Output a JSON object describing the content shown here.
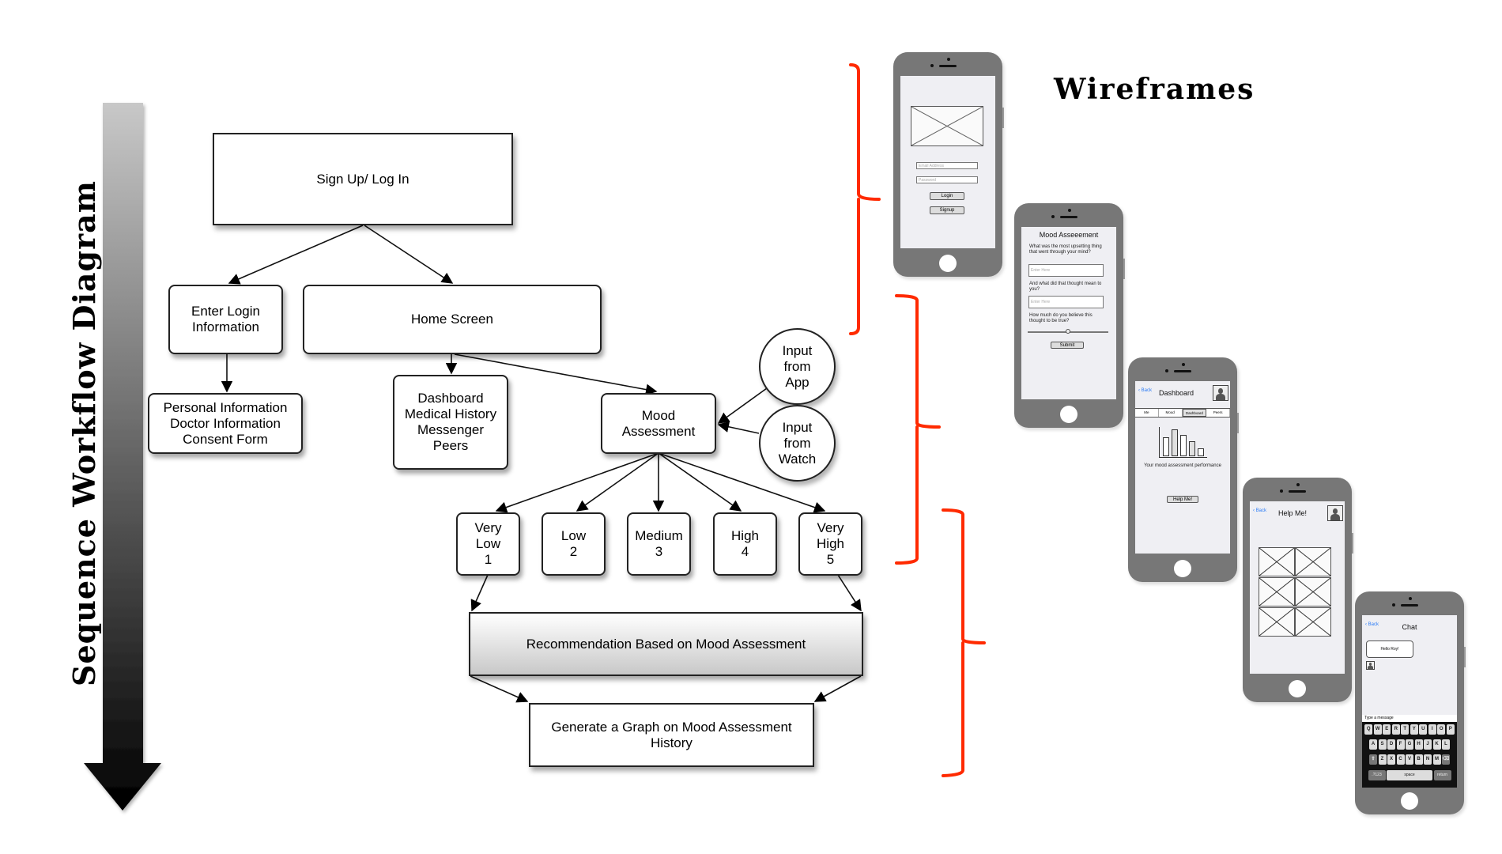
{
  "diagram_title": "Sequence Workflow Diagram",
  "wireframes_title": "Wireframes",
  "colors": {
    "bracket": "#ff2a00",
    "arrow_top": "#c8c8c8",
    "arrow_bottom": "#000000",
    "phone_body": "#777777",
    "link_blue": "#2a7bf6"
  },
  "flow": {
    "signup": "Sign Up/ Log In",
    "enter_login": [
      "Enter Login",
      "Information"
    ],
    "home_screen": "Home Screen",
    "personal_info": [
      "Personal Information",
      "Doctor Information",
      "Consent Form"
    ],
    "dashboard": [
      "Dashboard",
      "Medical History",
      "Messenger",
      "Peers"
    ],
    "mood_assessment": [
      "Mood",
      "Assessment"
    ],
    "input_app": [
      "Input",
      "from",
      "App"
    ],
    "input_watch": [
      "Input",
      "from",
      "Watch"
    ],
    "levels": [
      {
        "lines": [
          "Very",
          "Low",
          "1"
        ]
      },
      {
        "lines": [
          "Low",
          "2"
        ]
      },
      {
        "lines": [
          "Medium",
          "3"
        ]
      },
      {
        "lines": [
          "High",
          "4"
        ]
      },
      {
        "lines": [
          "Very",
          "High",
          "5"
        ]
      }
    ],
    "recommendation": "Recommendation Based on Mood Assessment",
    "graph": [
      "Generate a Graph on Mood Assessment",
      "History"
    ]
  },
  "phones": {
    "login": {
      "email_placeholder": "Email Address",
      "password_placeholder": "Password",
      "login_button": "Login",
      "signup_button": "Signup"
    },
    "mood": {
      "title": "Mood Asseeement",
      "q1": "What was the most upsetting thing that went through your mind?",
      "q1_placeholder": "Enter Here",
      "q2": "And what did that thought mean to you?",
      "q2_placeholder": "Enter Here",
      "q3": "How much do you believe this thought to be true?",
      "slider_value": 0.5,
      "submit": "Submit"
    },
    "dashboard": {
      "back": "Back",
      "title": "Dashboard",
      "tabs": [
        "Me",
        "Mood",
        "Dashboard",
        "Peers"
      ],
      "active_tab": "Dashboard",
      "bar_values": [
        0.7,
        1.0,
        0.8,
        0.55,
        0.3
      ],
      "caption": "Your mood assessment performance",
      "help_button": "Help Me!"
    },
    "help": {
      "back": "Back",
      "title": "Help Me!"
    },
    "chat": {
      "back": "Back",
      "title": "Chat",
      "message": "Hello Roy!",
      "input_placeholder": "Type a message",
      "keyboard_row1": [
        "Q",
        "W",
        "E",
        "R",
        "T",
        "Y",
        "U",
        "I",
        "O",
        "P"
      ],
      "keyboard_row2": [
        "A",
        "S",
        "D",
        "F",
        "G",
        "H",
        "J",
        "K",
        "L"
      ],
      "keyboard_row3": [
        "Z",
        "X",
        "C",
        "V",
        "B",
        "N",
        "M"
      ],
      "key_numbers": ".?123",
      "key_space": "space",
      "key_return": "return"
    }
  }
}
